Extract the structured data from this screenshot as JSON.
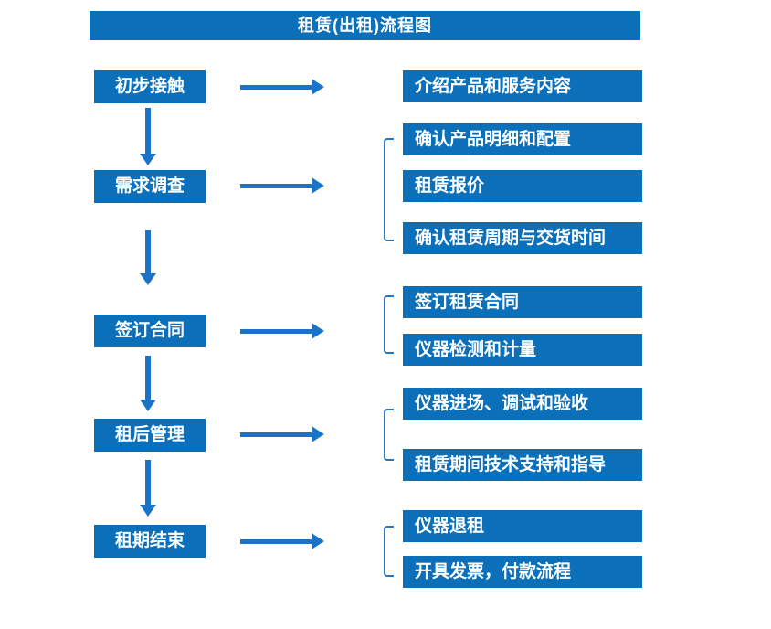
{
  "title": "租赁(出租)流程图",
  "colors": {
    "box_fill": "#0B70B9",
    "box_text": "#FFFFFF",
    "arrow": "#1B73C7",
    "bracket": "#2E75B6",
    "background": "#FFFFFF"
  },
  "icons": {
    "arrow_right": "solid right-pointing flow arrow (CSS shaft + triangle)",
    "arrow_down": "solid down-pointing flow arrow (CSS shaft + triangle)",
    "bracket": "left square bracket grouping line (CSS border)"
  },
  "steps": [
    {
      "label": "初步接触"
    },
    {
      "label": "需求调查"
    },
    {
      "label": "签订合同"
    },
    {
      "label": "租后管理"
    },
    {
      "label": "租期结束"
    }
  ],
  "details": [
    {
      "items": [
        "介绍产品和服务内容"
      ]
    },
    {
      "items": [
        "确认产品明细和配置",
        "租赁报价",
        "确认租赁周期与交货时间"
      ]
    },
    {
      "items": [
        "签订租赁合同",
        "仪器检测和计量"
      ]
    },
    {
      "items": [
        "仪器进场、调试和验收",
        "租赁期间技术支持和指导"
      ]
    },
    {
      "items": [
        "仪器退租",
        "开具发票，付款流程"
      ]
    }
  ]
}
